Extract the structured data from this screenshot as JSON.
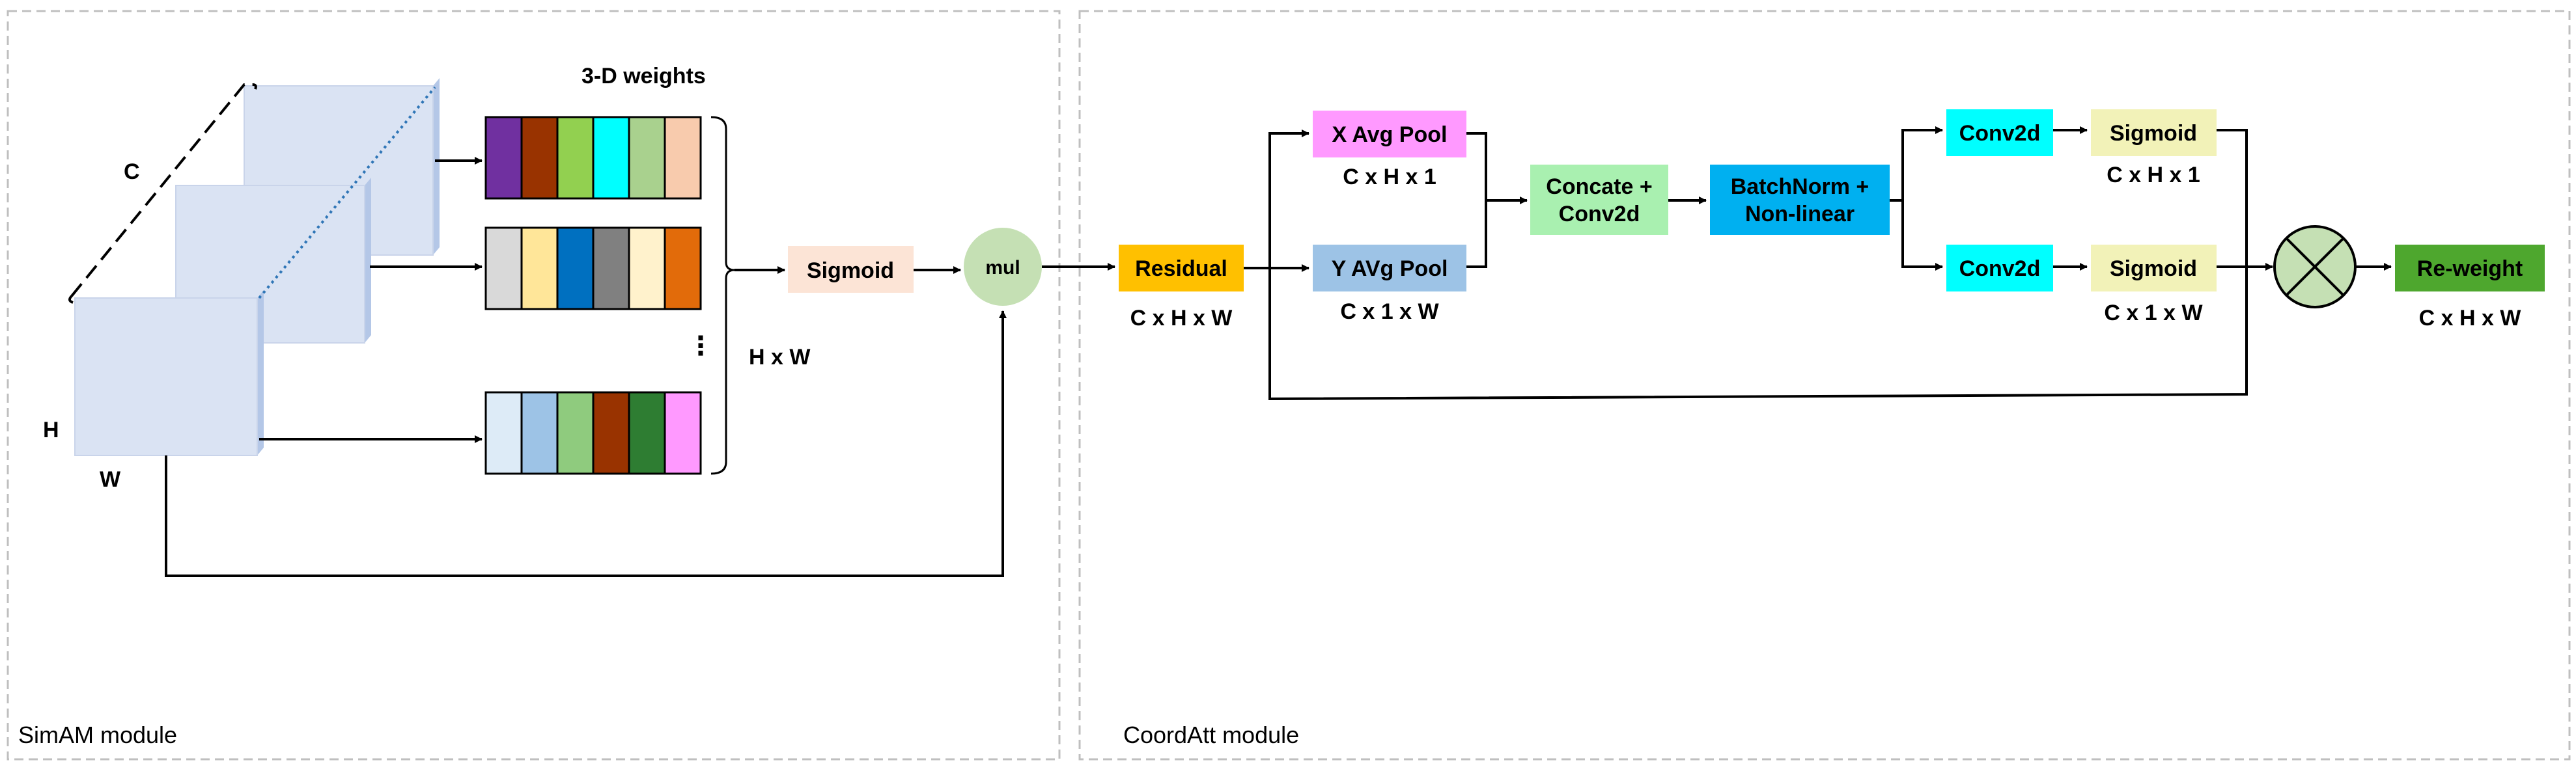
{
  "simam": {
    "module_label": "SimAM module",
    "weights_title": "3-D weights",
    "dim_c": "C",
    "dim_h": "H",
    "dim_w": "W",
    "hw_label": "H x W",
    "ellipsis": "⋮",
    "sigmoid": "Sigmoid",
    "mul": "mul",
    "weight_rows": [
      [
        "#7030A0",
        "#993300",
        "#92D050",
        "#00FFFF",
        "#A9D18E",
        "#F8CBAD"
      ],
      [
        "#D9D9D9",
        "#FFE699",
        "#0070C0",
        "#808080",
        "#FFF2CC",
        "#E26B0A"
      ],
      [
        "#DDEBF7",
        "#9DC3E6",
        "#8FCB7E",
        "#993300",
        "#2E7D32",
        "#FF99FF"
      ]
    ]
  },
  "coordatt": {
    "module_label": "CoordAtt module",
    "residual": "Residual",
    "residual_dim": "C x H x W",
    "x_pool": "X Avg Pool",
    "x_pool_dim": "C x H x 1",
    "y_pool": "Y AVg Pool",
    "y_pool_dim": "C x 1 x W",
    "concat_line1": "Concate +",
    "concat_line2": "Conv2d",
    "bn_line1": "BatchNorm +",
    "bn_line2": "Non-linear",
    "conv_top": "Conv2d",
    "conv_bottom": "Conv2d",
    "sig_top": "Sigmoid",
    "sig_top_dim": "C x H x 1",
    "sig_bottom": "Sigmoid",
    "sig_bottom_dim": "C x 1 x W",
    "reweight": "Re-weight",
    "reweight_dim": "C x H x W"
  },
  "colors": {
    "cube_face": "#DAE3F3",
    "cube_side": "#B4C7E7",
    "sigmoid_soft": "#FCE4D6",
    "mul_circle": "#C5E0B4",
    "residual": "#FFC000",
    "x_pool": "#FF99FF",
    "y_pool": "#9DC3E6",
    "concat": "#A9F0B0",
    "batchnorm": "#00B0F0",
    "conv2d": "#00FFFF",
    "sigmoid_ca": "#F2F2B8",
    "multiply": "#C5E0B4",
    "reweight": "#4EA72E",
    "panel_border": "#BFBFBF"
  }
}
